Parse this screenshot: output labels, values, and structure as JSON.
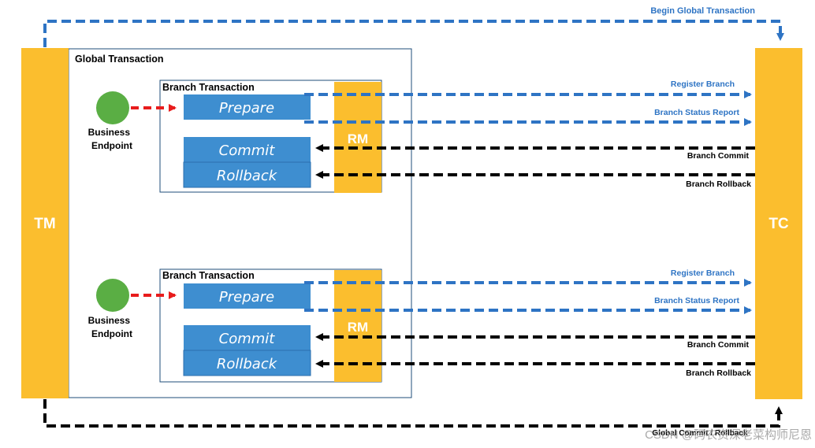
{
  "tm_label": "TM",
  "tc_label": "TC",
  "global_transaction_label": "Global Transaction",
  "begin_global_label": "Begin Global Transaction",
  "global_commit_label": "Global Commit / Rollback",
  "watermark": "CSDN @码农资深老菜构师尼恩",
  "colors": {
    "orange": "#FBBE2E",
    "blue_box": "#3E8ED0",
    "blue_arrow": "#2E74C4",
    "blue_text": "#2E74C4",
    "green": "#5AAE44",
    "red": "#E81C1C",
    "black": "#000000",
    "frame": "#1F4E79"
  },
  "branches": [
    {
      "branch_label": "Branch Transaction",
      "prepare": "Prepare",
      "commit": "Commit",
      "rollback": "Rollback",
      "rm": "RM",
      "endpoint": "Business\nEndpoint",
      "register": "Register Branch",
      "status": "Branch Status Report",
      "commit_msg": "Branch Commit",
      "rollback_msg": "Branch Rollback"
    },
    {
      "branch_label": "Branch Transaction",
      "prepare": "Prepare",
      "commit": "Commit",
      "rollback": "Rollback",
      "rm": "RM",
      "endpoint": "Business\nEndpoint",
      "register": "Register Branch",
      "status": "Branch Status Report",
      "commit_msg": "Branch Commit",
      "rollback_msg": "Branch Rollback"
    }
  ]
}
